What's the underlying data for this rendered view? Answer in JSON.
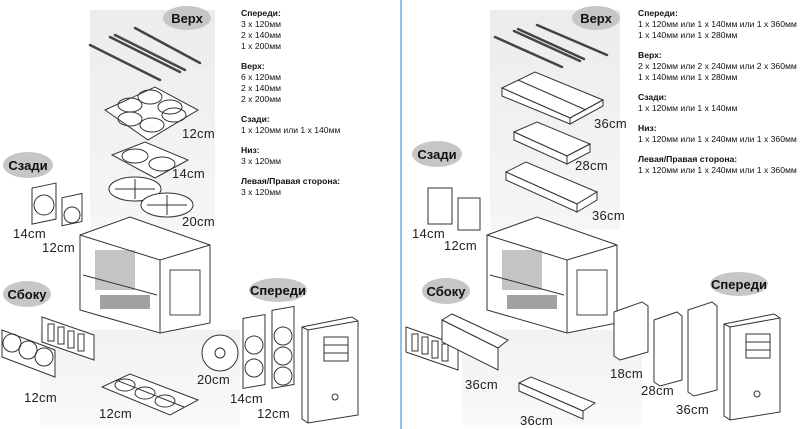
{
  "left_panel": {
    "title": "Air cooling",
    "labels": {
      "top": "Верх",
      "rear": "Сзади",
      "side": "Сбоку",
      "front": "Спереди"
    },
    "sizes": {
      "top_12": "12cm",
      "top_14": "14cm",
      "top_20": "20cm",
      "rear_14": "14cm",
      "rear_12": "12cm",
      "side_12": "12cm",
      "bottom_12": "12cm",
      "front_20": "20cm",
      "front_14": "14cm",
      "front_12": "12cm"
    },
    "specs": [
      {
        "heading": "Спереди:",
        "lines": [
          "3 x 120мм",
          "2 x 140мм",
          "1 x 200мм"
        ]
      },
      {
        "heading": "Верх:",
        "lines": [
          "6 x 120мм",
          "2 x 140мм",
          "2 x 200мм"
        ]
      },
      {
        "heading": "Сзади:",
        "lines": [
          "1 x 120мм или 1 x 140мм"
        ]
      },
      {
        "heading": "Низ:",
        "lines": [
          "3 x 120мм"
        ]
      },
      {
        "heading": "Левая/Правая сторона:",
        "lines": [
          "3 x 120мм"
        ]
      }
    ]
  },
  "right_panel": {
    "labels": {
      "top": "Верх",
      "rear": "Сзади",
      "side": "Сбоку",
      "front": "Спереди"
    },
    "sizes": {
      "top_36a": "36cm",
      "top_28": "28cm",
      "top_36b": "36cm",
      "rear_14": "14cm",
      "rear_12": "12cm",
      "side_36": "36cm",
      "bottom_36": "36cm",
      "front_18": "18cm",
      "front_28": "28cm",
      "front_36": "36cm"
    },
    "specs": [
      {
        "heading": "Спереди:",
        "lines": [
          "1 x 120мм или 1 x 140мм или 1 x 360мм",
          "1 x 140мм или 1 x 280мм"
        ]
      },
      {
        "heading": "Верх:",
        "lines": [
          "2 x 120мм или 2 x 240мм или 2 x 360мм",
          "1 x 140мм или 1 x 280мм"
        ]
      },
      {
        "heading": "Сзади:",
        "lines": [
          "1 x 120мм или 1 x 140мм"
        ]
      },
      {
        "heading": "Низ:",
        "lines": [
          "1 x 120мм или 1 x 240мм или 1 x 360мм"
        ]
      },
      {
        "heading": "Левая/Правая сторона:",
        "lines": [
          "1 x 120мм или 1 x 240мм или 1 x 360мм"
        ]
      }
    ]
  },
  "colors": {
    "divider": "#8fc3e6",
    "label_pill": "#c6c6c6",
    "shade": "#ececec"
  }
}
